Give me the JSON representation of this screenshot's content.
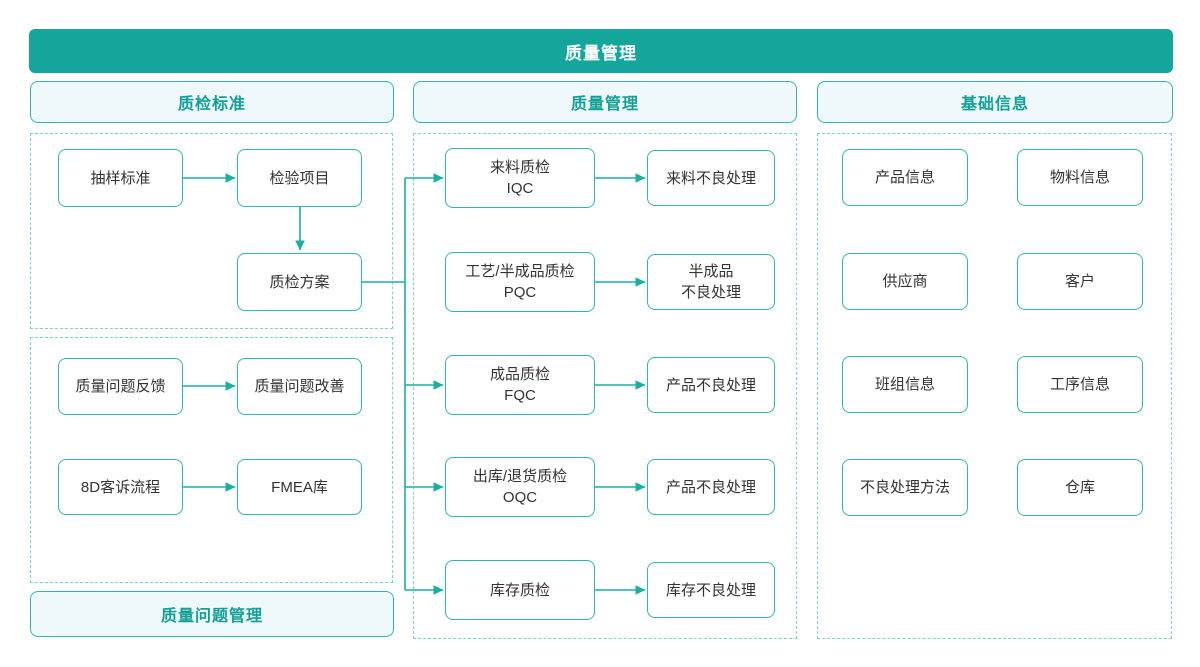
{
  "banner": {
    "title": "质量管理"
  },
  "left": {
    "header": "质检标准",
    "footer": "质量问题管理",
    "standards": [
      "抽样标准",
      "检验项目",
      "质检方案"
    ],
    "issues": [
      [
        "质量问题反馈",
        "质量问题改善"
      ],
      [
        "8D客诉流程",
        "FMEA库"
      ]
    ]
  },
  "middle": {
    "header": "质量管理",
    "rows": [
      {
        "src1": "来料质检",
        "src2": "IQC",
        "dst1": "来料不良处理",
        "dst2": ""
      },
      {
        "src1": "工艺/半成品质检",
        "src2": "PQC",
        "dst1": "半成品",
        "dst2": "不良处理"
      },
      {
        "src1": "成品质检",
        "src2": "FQC",
        "dst1": "产品不良处理",
        "dst2": ""
      },
      {
        "src1": "出库/退货质检",
        "src2": "OQC",
        "dst1": "产品不良处理",
        "dst2": ""
      },
      {
        "src1": "库存质检",
        "src2": "",
        "dst1": "库存不良处理",
        "dst2": ""
      }
    ]
  },
  "right": {
    "header": "基础信息",
    "items": [
      "产品信息",
      "物料信息",
      "供应商",
      "客户",
      "班组信息",
      "工序信息",
      "不良处理方法",
      "仓库"
    ]
  },
  "colors": {
    "banner_fill": "#14a69b",
    "node_border": "#2fb9ac",
    "arrow": "#1bafa2",
    "dashed_border": "#7ad7cc",
    "header_fill": "#eff8fb",
    "header_text": "#12a096",
    "node_text": "#333333"
  }
}
